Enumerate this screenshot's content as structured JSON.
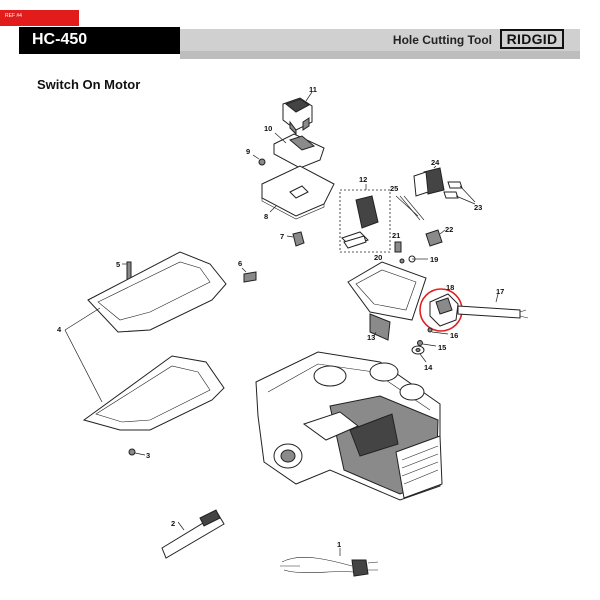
{
  "header": {
    "ref_tag": "REF #4",
    "model": "HC-450",
    "tool_name": "Hole Cutting Tool",
    "brand": "RIDGID"
  },
  "section_title": "Switch On Motor",
  "callouts": {
    "p1": "1",
    "p2": "2",
    "p3": "3",
    "p4": "4",
    "p5": "5",
    "p6": "6",
    "p7": "7",
    "p8": "8",
    "p9": "9",
    "p10": "10",
    "p11": "11",
    "p12": "12",
    "p13": "13",
    "p14": "14",
    "p15": "15",
    "p16": "16",
    "p17": "17",
    "p18": "18",
    "p19": "19",
    "p20": "20",
    "p21": "21",
    "p22": "22",
    "p23": "23",
    "p24": "24",
    "p25": "25"
  },
  "highlight": {
    "part": "18",
    "color": "#e02020"
  },
  "colors": {
    "ref_tag": "#e21b1b",
    "model_bar": "#000000",
    "header_grey": "#d0d0d0"
  }
}
